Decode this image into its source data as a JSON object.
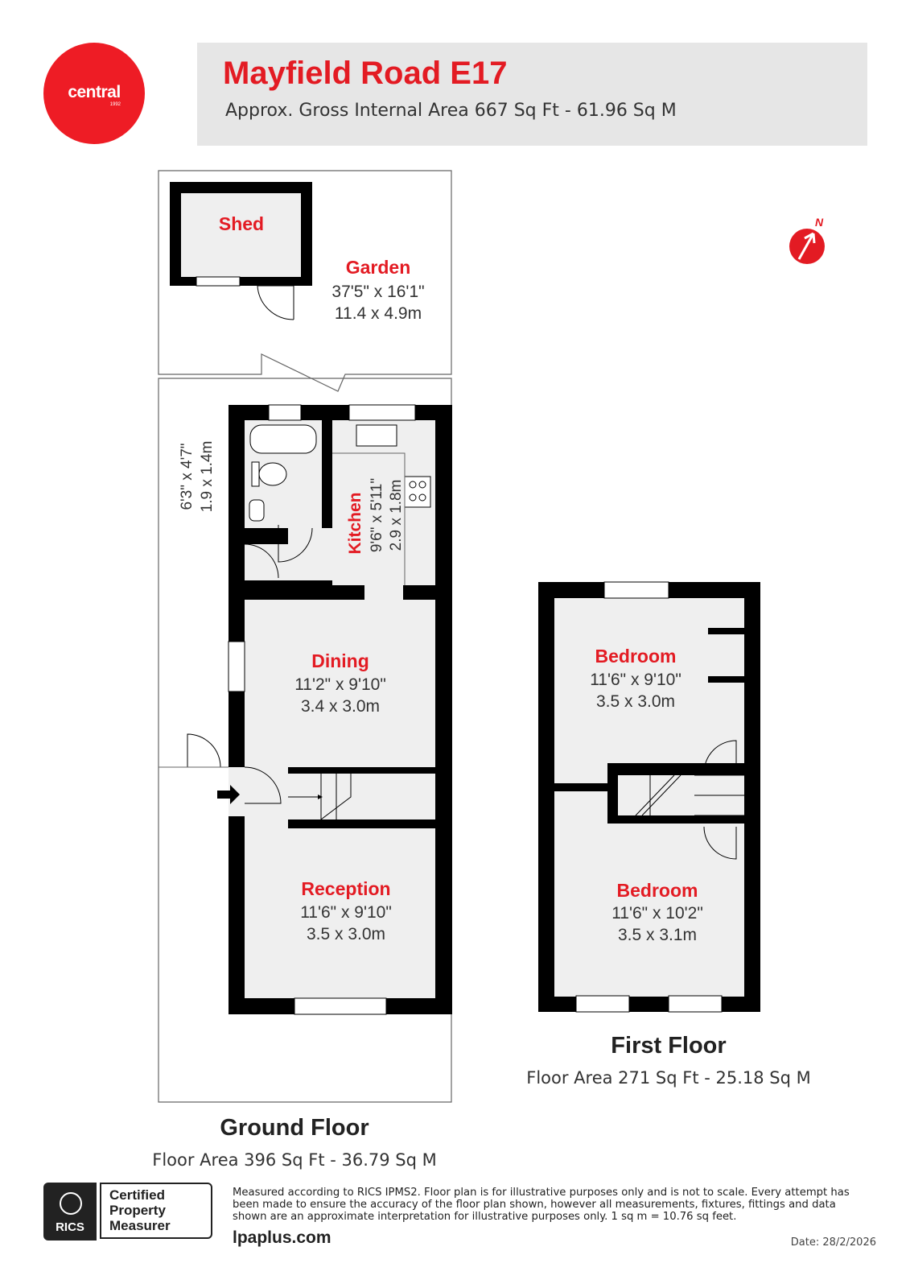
{
  "brand": {
    "logo_word": "central",
    "logo_year": "1992",
    "color": "#ee1c25"
  },
  "header": {
    "title": "Mayfield Road E17",
    "subtitle": "Approx. Gross Internal Area 667 Sq Ft - 61.96 Sq M"
  },
  "compass": {
    "label": "N"
  },
  "rooms": {
    "shed": {
      "name": "Shed"
    },
    "garden": {
      "name": "Garden",
      "imperial": "37'5\" x 16'1\"",
      "metric": "11.4 x 4.9m"
    },
    "bathroom": {
      "imperial": "6'3\" x 4'7\"",
      "metric": "1.9 x 1.4m"
    },
    "kitchen": {
      "name": "Kitchen",
      "imperial": "9'6\" x 5'11\"",
      "metric": "2.9 x 1.8m"
    },
    "dining": {
      "name": "Dining",
      "imperial": "11'2\" x 9'10\"",
      "metric": "3.4 x 3.0m"
    },
    "reception": {
      "name": "Reception",
      "imperial": "11'6\" x 9'10\"",
      "metric": "3.5 x 3.0m"
    },
    "bedroom1": {
      "name": "Bedroom",
      "imperial": "11'6\" x 9'10\"",
      "metric": "3.5 x 3.0m"
    },
    "bedroom2": {
      "name": "Bedroom",
      "imperial": "11'6\" x 10'2\"",
      "metric": "3.5 x 3.1m"
    }
  },
  "floors": {
    "ground": {
      "title": "Ground Floor",
      "area": "Floor Area 396 Sq Ft - 36.79 Sq M"
    },
    "first": {
      "title": "First Floor",
      "area": "Floor Area 271 Sq Ft - 25.18 Sq M"
    }
  },
  "footer": {
    "rics_mark": "RICS",
    "cert_line1": "Certified",
    "cert_line2": "Property",
    "cert_line3": "Measurer",
    "disclaimer": "Measured according to RICS IPMS2. Floor plan is for illustrative purposes only and is not to scale. Every attempt has been made to ensure the accuracy of the floor plan shown, however all measurements, fixtures, fittings and data shown are an approximate interpretation for illustrative purposes only. 1 sq m = 10.76 sq feet.",
    "website": "lpaplus.com",
    "date": "Date: 28/2/2026"
  },
  "colors": {
    "room_label": "#e31b23",
    "wall": "#000000",
    "floor_fill": "#efefef",
    "header_bg": "#e6e6e6"
  }
}
